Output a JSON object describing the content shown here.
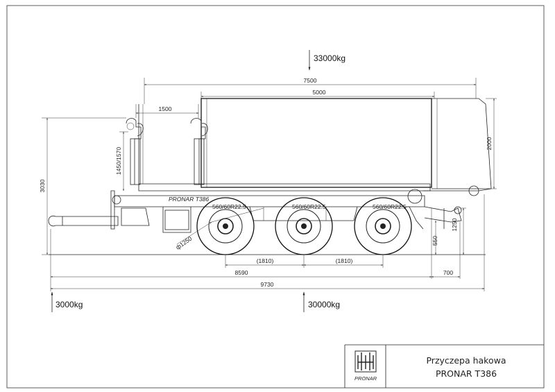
{
  "loads": {
    "top": "33000kg",
    "front_axle": "3000kg",
    "rear_axles": "30000kg"
  },
  "dimensions": {
    "container_length": "7500",
    "hook_span": "5000",
    "hook_offset": "1500",
    "container_height": "2000",
    "overall_height": "3030",
    "hook_height": "1450/1570",
    "hitch_height": "1250",
    "bed_height": "550",
    "wheel_diameter": "ф1250",
    "axle_spacing_1": "(1810)",
    "axle_spacing_2": "(1810)",
    "wheelbase": "8590",
    "rear_overhang": "700",
    "overall_length": "9730"
  },
  "tires": [
    "560/60R22.5",
    "560/60R22.5",
    "560/60R22.5"
  ],
  "side_marking": "PRONAR T386",
  "title_block": {
    "line1": "Przyczepa hakowa",
    "line2": "PRONAR T386",
    "logo_text": "PRONAR"
  }
}
